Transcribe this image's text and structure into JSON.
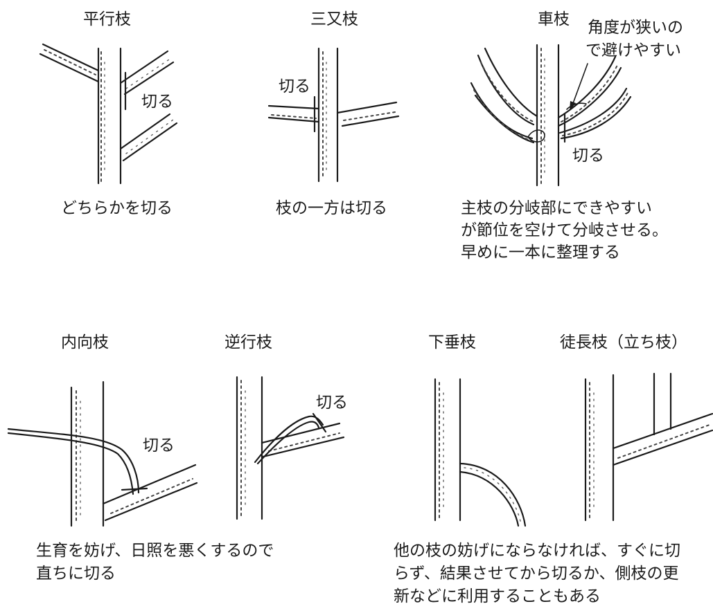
{
  "panels": {
    "parallel": {
      "title": "平行枝",
      "cut_label": "切る",
      "caption": "どちらかを切る"
    },
    "trident": {
      "title": "三又枝",
      "cut_label": "切る",
      "caption": "枝の一方は切る"
    },
    "whorl": {
      "title": "車枝",
      "note_line1": "角度が狭いの",
      "note_line2": "で避けやすい",
      "cut_label": "切る",
      "caption_line1": "主枝の分岐部にできやすい",
      "caption_line2": "が節位を空けて分岐させる。",
      "caption_line3": "早めに一本に整理する"
    },
    "inward": {
      "title": "内向枝",
      "cut_label": "切る"
    },
    "reverse": {
      "title": "逆行枝",
      "cut_label": "切る"
    },
    "inward_reverse_caption": {
      "line1": "生育を妨げ、日照を悪くするので",
      "line2": "直ちに切る"
    },
    "drooping": {
      "title": "下垂枝"
    },
    "water_sprout": {
      "title": "徒長枝（立ち枝）"
    },
    "drooping_sprout_caption": {
      "line1": "他の枝の妨げにならなければ、すぐに切",
      "line2": "らず、結果させてから切るか、側枝の更",
      "line3": "新などに利用することもある"
    }
  }
}
